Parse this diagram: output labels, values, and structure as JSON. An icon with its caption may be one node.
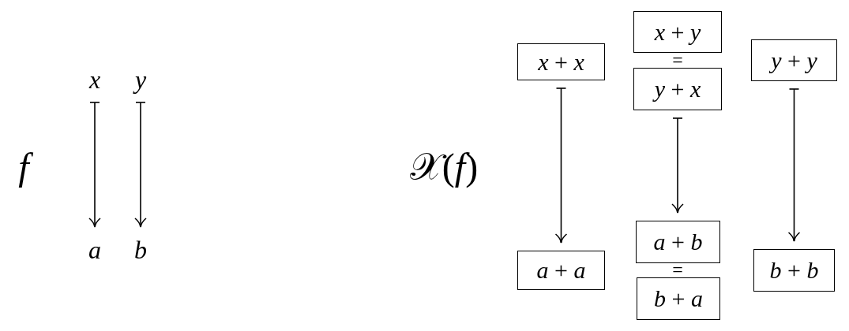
{
  "diagram": {
    "nodes": [
      {
        "text": [
          "*x*"
        ]
      },
      {
        "text": [
          "*y*"
        ]
      },
      {
        "text": [
          "*a*"
        ]
      },
      {
        "text": [
          "*b*"
        ]
      },
      {
        "text": [
          "*x* + *x*"
        ]
      },
      {
        "text": [
          "*x* + *y*"
        ]
      },
      {
        "text": [
          "*y* + *y*"
        ]
      },
      {
        "text": [
          "*y* + *x*"
        ]
      },
      {
        "text": [
          "*a* + *b*"
        ]
      },
      {
        "text": [
          "*a* + *a*"
        ]
      },
      {
        "text": [
          "*b* + *b*"
        ]
      },
      {
        "text": [
          "*b* + *a*"
        ]
      }
    ],
    "edges": [
      {
        "from": 0,
        "to": 2,
        "arrow": "to"
      },
      {
        "from": 1,
        "to": 3,
        "arrow": "to"
      },
      {
        "from": 4,
        "to": 9,
        "arrow": "to"
      },
      {
        "from": 7,
        "to": 8,
        "arrow": "to"
      },
      {
        "from": 6,
        "to": 10,
        "arrow": "to"
      }
    ],
    "labels": [
      "*f*",
      "𝒳(*f*)",
      "=",
      "="
    ]
  }
}
